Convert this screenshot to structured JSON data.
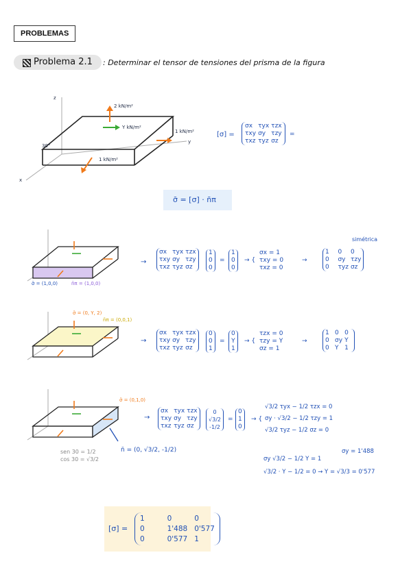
{
  "header": {
    "tag": "PROBLEMAS"
  },
  "title": {
    "number": "Problema 2.1",
    "statement": ": Determinar el tensor de tensiones del prisma de la figura"
  },
  "figure": {
    "z_label": "z",
    "y_label": "y",
    "x_label": "x",
    "angle_label": "30°",
    "load_top": "2 kN/m²",
    "load_y": "Y kN/m²",
    "load_right": "1 kN/m²",
    "load_front": "1 kN/m²"
  },
  "tensor_def": {
    "lhs": "[σ] =",
    "row1": [
      "σx",
      "τyx",
      "τzx"
    ],
    "row2": [
      "τxy",
      "σy",
      "τzy"
    ],
    "row3": [
      "τxz",
      "τyz",
      "σz"
    ],
    "rhs": "="
  },
  "formula": "σ̄ = [σ] · n̄π",
  "case1": {
    "sigma": "σ̄ = (1,0,0)",
    "normal": "n̄π = (1,0,0)",
    "vec_n": [
      "1",
      "0",
      "0"
    ],
    "vec_s": [
      "1",
      "0",
      "0"
    ],
    "results": [
      "σx = 1",
      "τxy = 0",
      "τxz = 0"
    ],
    "note": "simétrica",
    "result_matrix": [
      "1",
      "0",
      "0",
      "0",
      "σy",
      "τzy",
      "0",
      "τyz",
      "σz"
    ]
  },
  "case2": {
    "sigma": "σ̄ = (0, Y, 2)",
    "normal": "n̄π = (0,0,1)",
    "vec_n": [
      "0",
      "0",
      "1"
    ],
    "vec_s": [
      "0",
      "Y",
      "1"
    ],
    "results": [
      "τzx = 0",
      "τzy = Y",
      "σz = 1"
    ],
    "result_matrix": [
      "1",
      "0",
      "0",
      "0",
      "σy",
      "Y",
      "0",
      "Y",
      "1"
    ]
  },
  "case3": {
    "sigma": "σ̄ = (0,1,0)",
    "normal": "n̄ = (0, √3/2, -1/2)",
    "vec_n": [
      "0",
      "√3/2",
      "-1/2"
    ],
    "vec_s": [
      "0",
      "1",
      "0"
    ],
    "eq1": "√3/2 τyx − 1/2 τzx = 0",
    "eq2": "σy · √3/2 − 1/2 τzy = 1",
    "eq3": "√3/2 τyz − 1/2 σz = 0",
    "sub1": "σy √3/2 − 1/2 Y = 1",
    "sub2": "√3/2 · Y − 1/2 = 0 → Y = √3/3 = 0'577",
    "sigma_y": "σy = 1'488",
    "trig1": "sen 30 = 1/2",
    "trig2": "cos 30 = √3/2"
  },
  "final": {
    "lhs": "[σ] =",
    "matrix": [
      "1",
      "0",
      "0",
      "0",
      "1'488",
      "0'577",
      "0",
      "0'577",
      "1"
    ]
  },
  "colors": {
    "blue": "#1f4fb5",
    "orange": "#f07a1a",
    "green": "#3aaa35",
    "purple": "#d9c8f0",
    "yellow": "#fbf6c8"
  }
}
